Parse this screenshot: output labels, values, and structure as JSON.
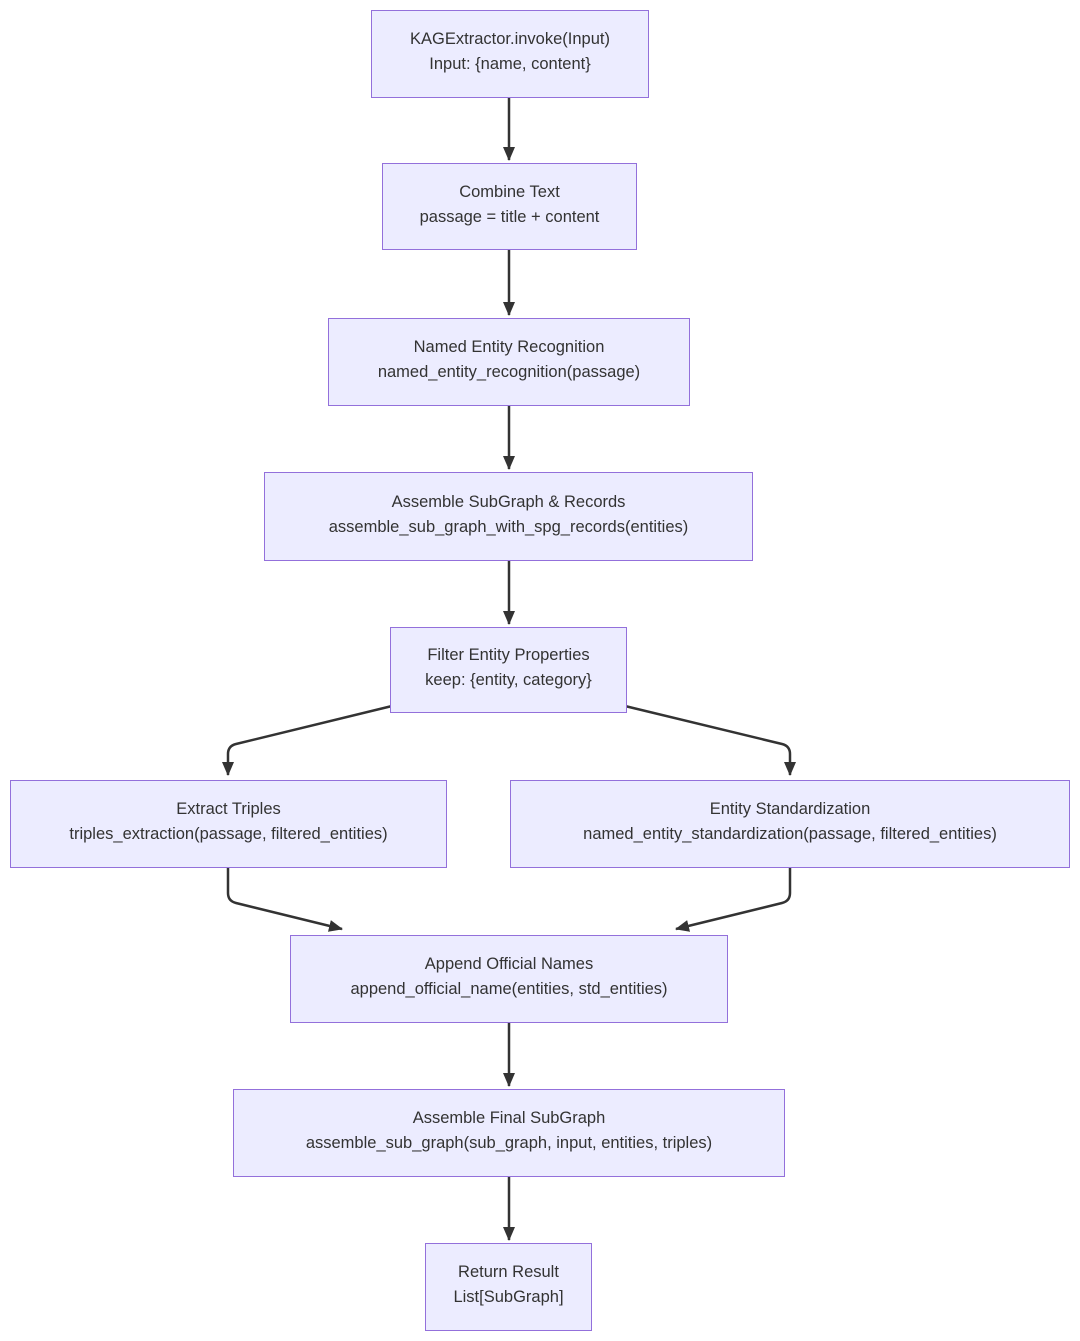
{
  "diagram": {
    "type": "flowchart",
    "direction": "top-down",
    "colors": {
      "node_fill": "#ECECFF",
      "node_border": "#9370DB",
      "edge": "#333333",
      "text": "#333333",
      "background": "#FFFFFF"
    },
    "nodes": [
      {
        "id": "invoke",
        "line1": "KAGExtractor.invoke(Input)",
        "line2": "Input: {name, content}"
      },
      {
        "id": "combine-text",
        "line1": "Combine Text",
        "line2": "passage = title + content"
      },
      {
        "id": "ner",
        "line1": "Named Entity Recognition",
        "line2": "named_entity_recognition(passage)"
      },
      {
        "id": "assemble-subgraph-records",
        "line1": "Assemble SubGraph & Records",
        "line2": "assemble_sub_graph_with_spg_records(entities)"
      },
      {
        "id": "filter-entity-properties",
        "line1": "Filter Entity Properties",
        "line2": "keep: {entity, category}"
      },
      {
        "id": "extract-triples",
        "line1": "Extract Triples",
        "line2": "triples_extraction(passage, filtered_entities)"
      },
      {
        "id": "entity-standardization",
        "line1": "Entity Standardization",
        "line2": "named_entity_standardization(passage, filtered_entities)"
      },
      {
        "id": "append-official-names",
        "line1": "Append Official Names",
        "line2": "append_official_name(entities, std_entities)"
      },
      {
        "id": "assemble-final-subgraph",
        "line1": "Assemble Final SubGraph",
        "line2": "assemble_sub_graph(sub_graph, input, entities, triples)"
      },
      {
        "id": "return-result",
        "line1": "Return Result",
        "line2": "List[SubGraph]"
      }
    ],
    "edges": [
      {
        "from": "invoke",
        "to": "combine-text"
      },
      {
        "from": "combine-text",
        "to": "ner"
      },
      {
        "from": "ner",
        "to": "assemble-subgraph-records"
      },
      {
        "from": "assemble-subgraph-records",
        "to": "filter-entity-properties"
      },
      {
        "from": "filter-entity-properties",
        "to": "extract-triples"
      },
      {
        "from": "filter-entity-properties",
        "to": "entity-standardization"
      },
      {
        "from": "extract-triples",
        "to": "append-official-names"
      },
      {
        "from": "entity-standardization",
        "to": "append-official-names"
      },
      {
        "from": "append-official-names",
        "to": "assemble-final-subgraph"
      },
      {
        "from": "assemble-final-subgraph",
        "to": "return-result"
      }
    ]
  }
}
